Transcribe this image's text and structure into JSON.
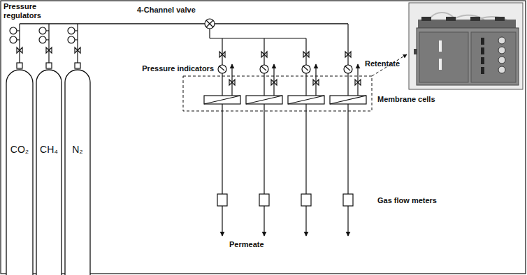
{
  "diagram": {
    "nodes": [
      {
        "text": [
          "CO₂"
        ]
      },
      {
        "text": [
          "CH₄"
        ]
      },
      {
        "text": [
          "N₂"
        ]
      }
    ],
    "labels": [
      "Pressure regulators",
      "4-Channel valve",
      "Pressure indicators",
      "Retentate",
      "Membrane cells",
      "Gas flow meters",
      "Permeate"
    ]
  }
}
